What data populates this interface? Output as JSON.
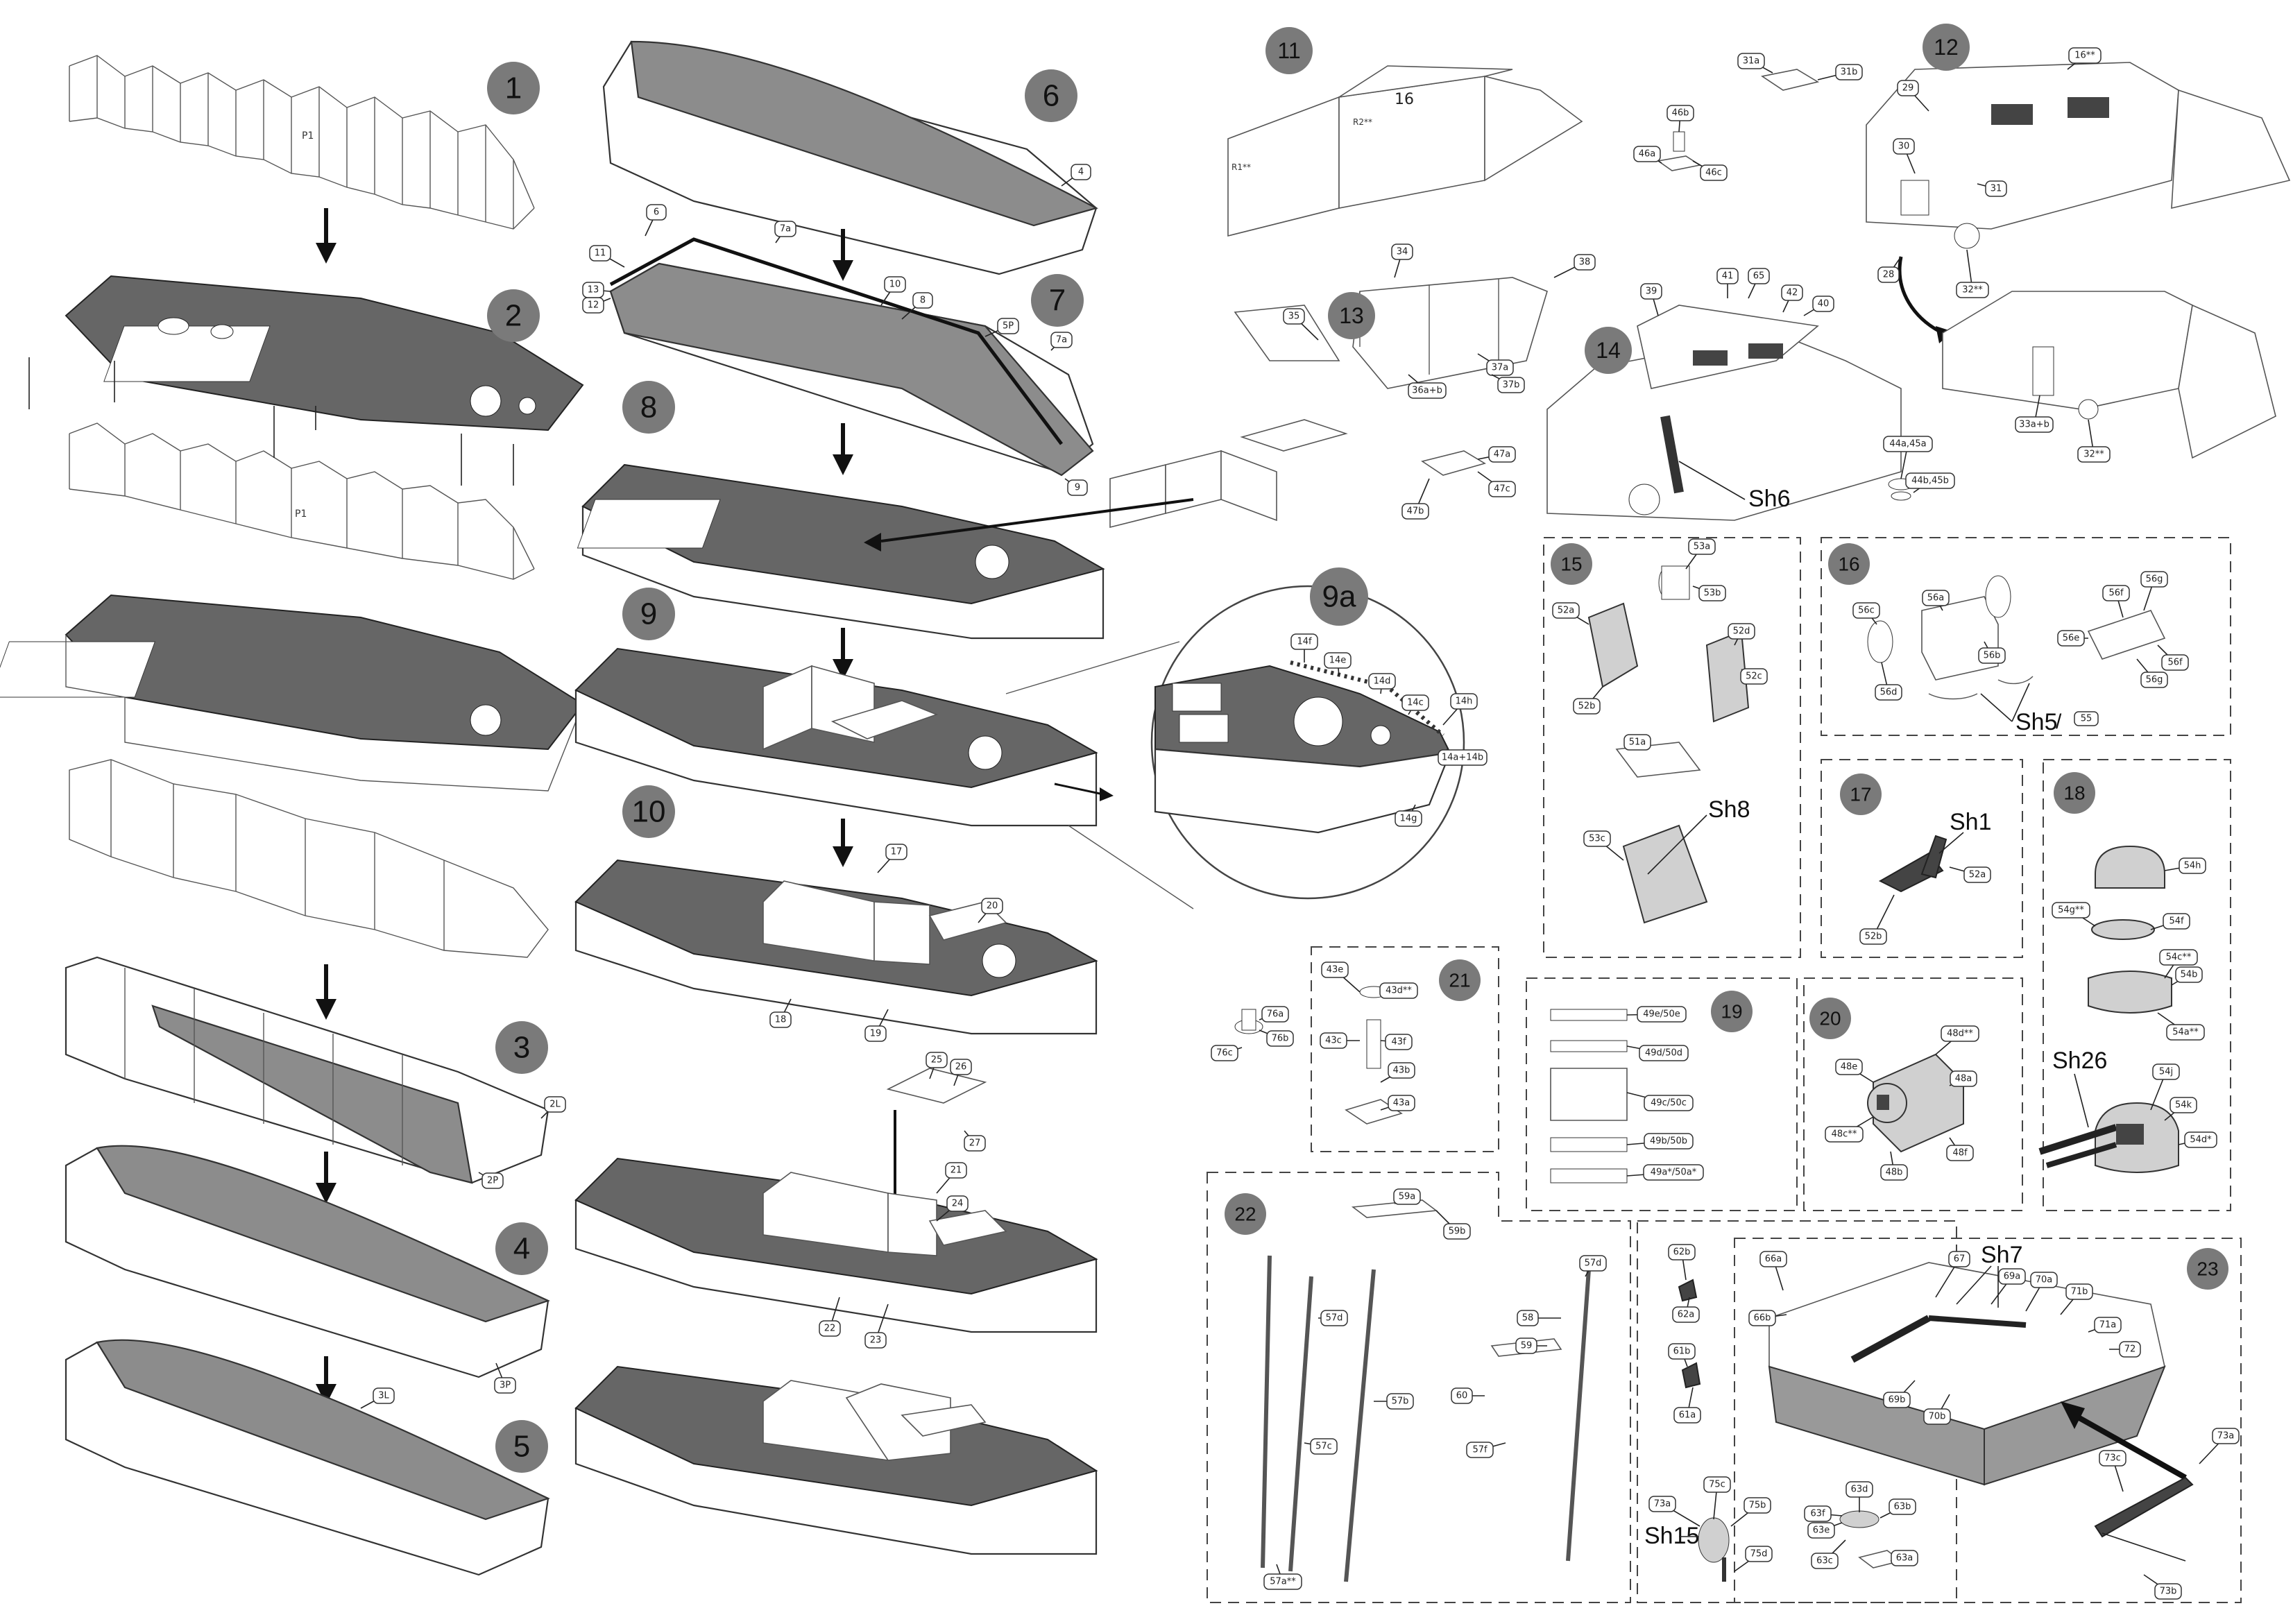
{
  "steps": [
    "1",
    "2",
    "3",
    "4",
    "5",
    "6",
    "7",
    "8",
    "9",
    "9a",
    "10",
    "11",
    "12",
    "13",
    "14",
    "15",
    "16",
    "17",
    "18",
    "19",
    "20",
    "21",
    "22",
    "23"
  ],
  "sheet_refs": {
    "sh6": "Sh6",
    "sh8": "Sh8",
    "sh5": "Sh5",
    "sh5_page": "55",
    "sh1": "Sh1",
    "sh26": "Sh26",
    "sh7": "Sh7",
    "sh15": "Sh15"
  },
  "misc_text": {
    "p1_top": "P1",
    "p1_mid": "P1",
    "part16": "16",
    "r2": "R2**",
    "r1": "R1**",
    "slash": "/"
  },
  "labels": {
    "l_2L": "2L",
    "l_2P": "2P",
    "l_3P": "3P",
    "l_3L": "3L",
    "l_4": "4",
    "l_6": "6",
    "l_7a1": "7a",
    "l_7a2": "7a",
    "l_5P": "5P",
    "l_8": "8",
    "l_9": "9",
    "l_10": "10",
    "l_11": "11",
    "l_12": "12",
    "l_13": "13",
    "l_17": "17",
    "l_18": "18",
    "l_19": "19",
    "l_20": "20",
    "l_21": "21",
    "l_22": "22",
    "l_23": "23",
    "l_24": "24",
    "l_25": "25",
    "l_26": "26",
    "l_27": "27",
    "l_14f": "14f",
    "l_14e": "14e",
    "l_14d": "14d",
    "l_14c": "14c",
    "l_14h": "14h",
    "l_14ab": "14a+14b",
    "l_14g": "14g",
    "l_34": "34",
    "l_35": "35",
    "l_38": "38",
    "l_37a": "37a",
    "l_37b": "37b",
    "l_36ab": "36a+b",
    "l_31a": "31a",
    "l_31b": "31b",
    "l_46b": "46b",
    "l_46a": "46a",
    "l_46c": "46c",
    "l_47a": "47a",
    "l_47b": "47b",
    "l_47c": "47c",
    "l_39": "39",
    "l_41": "41",
    "l_65": "65",
    "l_42": "42",
    "l_40": "40",
    "l_16s": "16**",
    "l_29": "29",
    "l_30": "30",
    "l_31": "31",
    "l_28": "28",
    "l_32a": "32**",
    "l_33ab": "33a+b",
    "l_32b": "32**",
    "l_44": "44a,45a",
    "l_44b": "44b,45b",
    "l_53a": "53a",
    "l_53b": "53b",
    "l_52a": "52a",
    "l_52b": "52b",
    "l_52d": "52d",
    "l_52c": "52c",
    "l_51a": "51a",
    "l_53c": "53c",
    "l_56c": "56c",
    "l_56a": "56a",
    "l_56b": "56b",
    "l_56d": "56d",
    "l_56f": "56f",
    "l_56g": "56g",
    "l_56e": "56e",
    "l_56f2": "56f",
    "l_56g2": "56g",
    "l_52a2": "52a",
    "l_52b2": "52b",
    "l_54h": "54h",
    "l_54g": "54g**",
    "l_54f": "54f",
    "l_54c": "54c**",
    "l_54b": "54b",
    "l_54a": "54a**",
    "l_54j": "54j",
    "l_54k": "54k",
    "l_54d": "54d*",
    "l_43e": "43e",
    "l_43d": "43d**",
    "l_43c": "43c",
    "l_43f": "43f",
    "l_43b": "43b",
    "l_43a": "43a",
    "l_76a": "76a",
    "l_76b": "76b",
    "l_76c": "76c",
    "l_49e": "49e/50e",
    "l_49d": "49d/50d",
    "l_49c": "49c/50c",
    "l_49b": "49b/50b",
    "l_49a": "49a*/50a*",
    "l_48e": "48e",
    "l_48d": "48d**",
    "l_48a": "48a",
    "l_48c": "48c**",
    "l_48b": "48b",
    "l_48f": "48f",
    "l_59a": "59a",
    "l_59b": "59b",
    "l_57d": "57d",
    "l_57b": "57b",
    "l_57c": "57c",
    "l_57a": "57a**",
    "l_57d2": "57d",
    "l_58": "58",
    "l_59": "59",
    "l_60": "60",
    "l_57f": "57f",
    "l_62b": "62b",
    "l_62a": "62a",
    "l_61b": "61b",
    "l_61a": "61a",
    "l_75c": "75c",
    "l_73a2": "73a",
    "l_75b": "75b",
    "l_75d": "75d",
    "l_63d": "63d",
    "l_63f": "63f",
    "l_63b": "63b",
    "l_63e": "63e",
    "l_63c": "63c",
    "l_63a": "63a",
    "l_66a": "66a",
    "l_66b": "66b",
    "l_67": "67",
    "l_69a": "69a",
    "l_70a": "70a",
    "l_71b": "71b",
    "l_71a": "71a",
    "l_72": "72",
    "l_69b": "69b",
    "l_70b": "70b",
    "l_73a": "73a",
    "l_73c": "73c",
    "l_73b": "73b"
  },
  "colors": {
    "step_circle": "#7a7a7a",
    "deck": "#666666",
    "hull_shaded": "#8c8c8c"
  }
}
